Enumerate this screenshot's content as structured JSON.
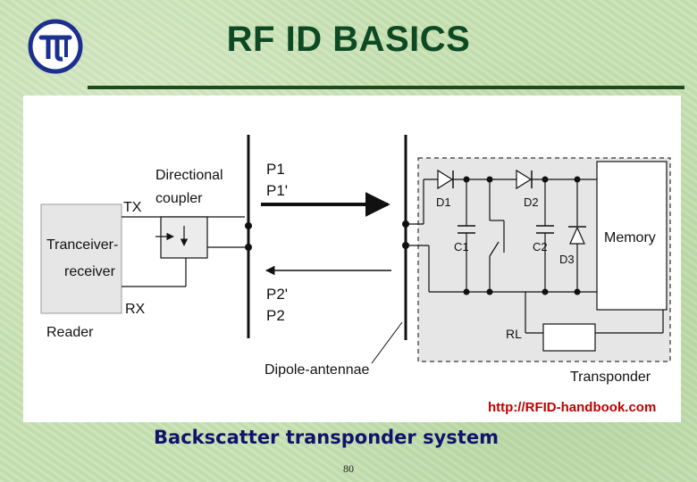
{
  "header": {
    "title": "RF ID BASICS",
    "logo_icon": "pi-tau-logo-icon"
  },
  "diagram": {
    "labels": {
      "directional": "Directional",
      "coupler": "coupler",
      "tx": "TX",
      "rx": "RX",
      "transceiver": "Tranceiver-",
      "receiver": "receiver",
      "reader": "Reader",
      "p1": "P1",
      "p1p": "P1'",
      "p2p": "P2'",
      "p2": "P2",
      "dipole": "Dipole-antennae",
      "d1": "D1",
      "d2": "D2",
      "d3": "D3",
      "c1": "C1",
      "c2": "C2",
      "memory": "Memory",
      "rl": "RL",
      "transponder": "Transponder",
      "url": "http://RFID-handbook.com"
    },
    "colors": {
      "transponder_fill": "#e6e6e6",
      "url_color": "#c00000"
    }
  },
  "footer": {
    "caption": "Backscatter transponder system",
    "page_number": "80"
  }
}
